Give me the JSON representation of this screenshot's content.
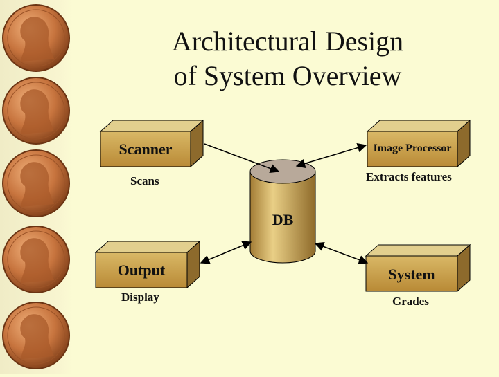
{
  "slide": {
    "title_line1": "Architectural Design",
    "title_line2": "of System Overview"
  },
  "decoration": {
    "coin_icon": "penny-icon",
    "coin_count": 5
  },
  "diagram": {
    "nodes": {
      "scanner": {
        "label": "Scanner",
        "caption": "Scans"
      },
      "image_processor": {
        "label": "Image Processor",
        "caption": "Extracts features"
      },
      "db": {
        "label": "DB"
      },
      "output": {
        "label": "Output",
        "caption": "Display"
      },
      "system": {
        "label": "System",
        "caption": "Grades"
      }
    },
    "edges": [
      {
        "from": "scanner",
        "to": "db",
        "arrows": "to"
      },
      {
        "from": "image_processor",
        "to": "db",
        "arrows": "both"
      },
      {
        "from": "output",
        "to": "db",
        "arrows": "both"
      },
      {
        "from": "system",
        "to": "db",
        "arrows": "both"
      }
    ],
    "colors": {
      "box_front": "#c9a24a",
      "box_top": "#e2cf8e",
      "box_side": "#8d6a2c",
      "edge": "#000000"
    }
  }
}
